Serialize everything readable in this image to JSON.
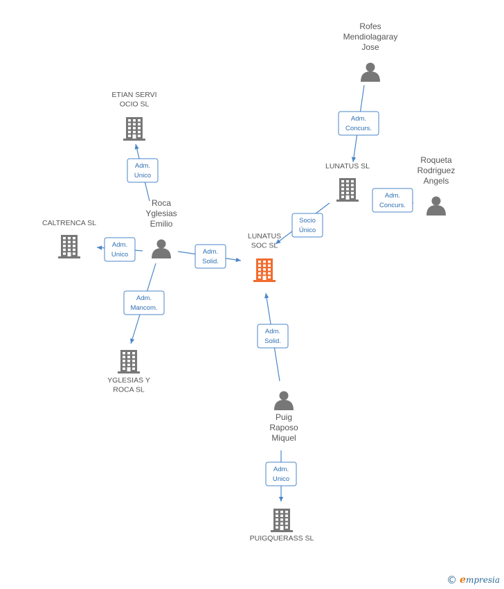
{
  "colors": {
    "edge": "#4a86c8",
    "node": "#777777",
    "focus": "#f26c2e",
    "brand": "#2b6a99",
    "brand_accent": "#e07a12"
  },
  "nodes": [
    {
      "id": "lunatus_soc",
      "type": "company",
      "focus": true,
      "label": [
        "LUNATUS",
        "SOC SL"
      ]
    },
    {
      "id": "lunatus_sl",
      "type": "company",
      "label": [
        "LUNATUS SL"
      ]
    },
    {
      "id": "etian",
      "type": "company",
      "label": [
        "ETIAN SERVI",
        "OCIO SL"
      ]
    },
    {
      "id": "caltrenca",
      "type": "company",
      "label": [
        "CALTRENCA SL"
      ]
    },
    {
      "id": "yglesias_roca",
      "type": "company",
      "label": [
        "YGLESIAS Y",
        "ROCA SL"
      ]
    },
    {
      "id": "puigquerass",
      "type": "company",
      "label": [
        "PUIGQUERASS SL"
      ]
    },
    {
      "id": "rofes",
      "type": "person",
      "label": [
        "Rofes",
        "Mendiolagaray",
        "Jose"
      ]
    },
    {
      "id": "roqueta",
      "type": "person",
      "label": [
        "Roqueta",
        "Rodriguez",
        "Angels"
      ]
    },
    {
      "id": "roca",
      "type": "person",
      "label": [
        "Roca",
        "Yglesias",
        "Emilio"
      ]
    },
    {
      "id": "puig",
      "type": "person",
      "label": [
        "Puig",
        "Raposo",
        "Miquel"
      ]
    }
  ],
  "edges": [
    {
      "from": "rofes",
      "to": "lunatus_sl",
      "label": [
        "Adm.",
        "Concurs."
      ]
    },
    {
      "from": "roqueta",
      "to": "lunatus_sl",
      "label": [
        "Adm.",
        "Concurs."
      ]
    },
    {
      "from": "lunatus_sl",
      "to": "lunatus_soc",
      "label": [
        "Socio",
        "Único"
      ]
    },
    {
      "from": "roca",
      "to": "etian",
      "label": [
        "Adm.",
        "Unico"
      ]
    },
    {
      "from": "roca",
      "to": "caltrenca",
      "label": [
        "Adm.",
        "Unico"
      ]
    },
    {
      "from": "roca",
      "to": "lunatus_soc",
      "label": [
        "Adm.",
        "Solid."
      ]
    },
    {
      "from": "roca",
      "to": "yglesias_roca",
      "label": [
        "Adm.",
        "Mancom."
      ]
    },
    {
      "from": "puig",
      "to": "lunatus_soc",
      "label": [
        "Adm.",
        "Solid."
      ]
    },
    {
      "from": "puig",
      "to": "puigquerass",
      "label": [
        "Adm.",
        "Unico"
      ]
    }
  ],
  "footer": {
    "copyright_symbol": "©",
    "brand_initial": "e",
    "brand_rest": "mpresia",
    "icon": "copyright-icon"
  }
}
